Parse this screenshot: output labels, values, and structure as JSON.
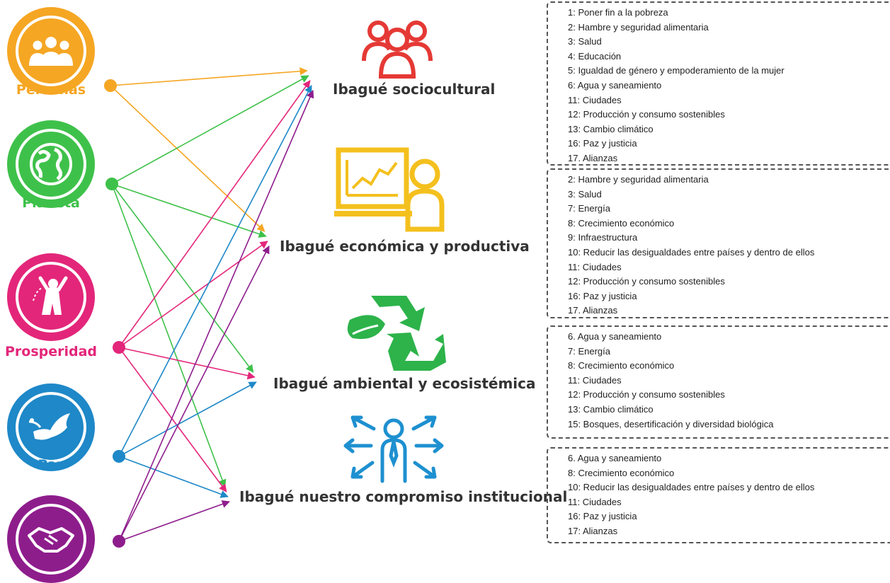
{
  "colors": {
    "personas": "#F5A623",
    "planeta": "#3EC14A",
    "prosperidad": "#E3267A",
    "paz": "#1E88C8",
    "alianzas": "#8E1D8C",
    "sociocultural": "#E53935",
    "economica": "#F4C01E",
    "ambiental": "#2DB34A",
    "institucional": "#1E90D0"
  },
  "pillars": [
    {
      "id": "personas",
      "label": "Personas",
      "icon": "people-group-icon"
    },
    {
      "id": "planeta",
      "label": "Planeta",
      "icon": "globe-icon"
    },
    {
      "id": "prosperidad",
      "label": "Prosperidad",
      "icon": "person-arms-raised-icon"
    },
    {
      "id": "paz",
      "label": "Paz",
      "icon": "dove-icon"
    },
    {
      "id": "alianzas",
      "label": "",
      "icon": "handshake-icon"
    }
  ],
  "dimensions": [
    {
      "id": "sociocultural",
      "title": "Ibagué sociocultural",
      "icon": "people-group-outline-icon"
    },
    {
      "id": "economica",
      "title": "Ibagué económica y productiva",
      "icon": "presentation-chart-person-icon"
    },
    {
      "id": "ambiental",
      "title": "Ibagué ambiental y ecosistémica",
      "icon": "recycle-leaf-icon"
    },
    {
      "id": "institucional",
      "title": "Ibagué nuestro compromiso institucional",
      "icon": "person-network-arrows-icon"
    }
  ],
  "goal_lists": [
    {
      "dimension": "sociocultural",
      "items": [
        "1: Poner fin a la pobreza",
        "2: Hambre y seguridad alimentaria",
        "3: Salud",
        "4: Educación",
        "5: Igualdad de género y empoderamiento de la mujer",
        "6: Agua y saneamiento",
        "11: Ciudades",
        "12: Producción y consumo sostenibles",
        "13: Cambio climático",
        "16: Paz y justicia",
        "17. Alianzas"
      ]
    },
    {
      "dimension": "economica",
      "items": [
        "2: Hambre y seguridad alimentaria",
        "3: Salud",
        "7: Energía",
        "8: Crecimiento económico",
        "9: Infraestructura",
        "10: Reducir las desigualdades entre países y dentro de ellos",
        "11: Ciudades",
        "12: Producción y consumo sostenibles",
        "16: Paz y justicia",
        "17. Alianzas"
      ]
    },
    {
      "dimension": "ambiental",
      "items": [
        "6. Agua y saneamiento",
        "7: Energía",
        "8: Crecimiento económico",
        "11: Ciudades",
        "12: Producción y consumo sostenibles",
        "13: Cambio climático",
        "15: Bosques, desertificación y diversidad biológica"
      ]
    },
    {
      "dimension": "institucional",
      "items": [
        "6. Agua y saneamiento",
        "8: Crecimiento económico",
        "10: Reducir las desigualdades entre países y dentro de ellos",
        "11: Ciudades",
        "16: Paz y justicia",
        "17: Alianzas"
      ]
    }
  ],
  "connections": [
    {
      "from": "personas",
      "to": "sociocultural"
    },
    {
      "from": "personas",
      "to": "economica"
    },
    {
      "from": "planeta",
      "to": "sociocultural"
    },
    {
      "from": "planeta",
      "to": "economica"
    },
    {
      "from": "planeta",
      "to": "ambiental"
    },
    {
      "from": "planeta",
      "to": "institucional"
    },
    {
      "from": "prosperidad",
      "to": "sociocultural"
    },
    {
      "from": "prosperidad",
      "to": "economica"
    },
    {
      "from": "prosperidad",
      "to": "ambiental"
    },
    {
      "from": "prosperidad",
      "to": "institucional"
    },
    {
      "from": "paz",
      "to": "sociocultural"
    },
    {
      "from": "paz",
      "to": "ambiental"
    },
    {
      "from": "paz",
      "to": "institucional"
    },
    {
      "from": "alianzas",
      "to": "sociocultural"
    },
    {
      "from": "alianzas",
      "to": "economica"
    },
    {
      "from": "alianzas",
      "to": "institucional"
    }
  ]
}
